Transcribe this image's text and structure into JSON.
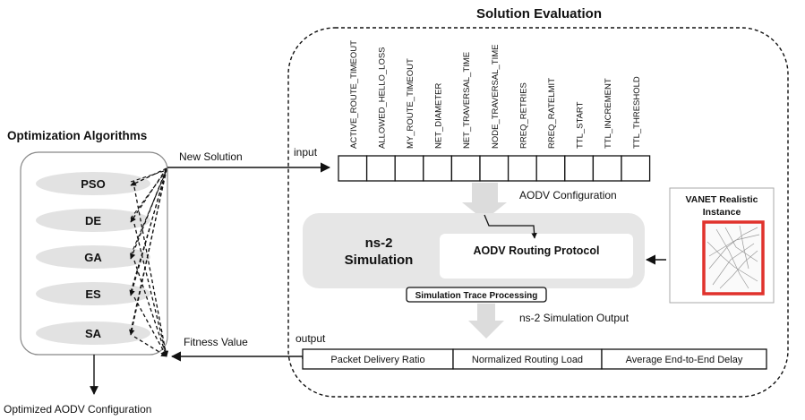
{
  "titles": {
    "optimization_algorithms": "Optimization Algorithms",
    "solution_evaluation": "Solution Evaluation"
  },
  "algorithms": [
    "PSO",
    "DE",
    "GA",
    "ES",
    "SA"
  ],
  "labels": {
    "new_solution": "New Solution",
    "fitness_value": "Fitness Value",
    "optimized_aodv": "Optimized AODV Configuration",
    "input": "input",
    "output": "output",
    "aodv_configuration": "AODV Configuration",
    "ns2_simulation_line1": "ns-2",
    "ns2_simulation_line2": "Simulation",
    "aodv_routing_protocol": "AODV Routing Protocol",
    "simulation_trace_processing": "Simulation Trace Processing",
    "ns2_simulation_output": "ns-2 Simulation Output",
    "vanet_line1": "VANET Realistic",
    "vanet_line2": "Instance"
  },
  "parameters": [
    "ACTIVE_ROUTE_TIMEOUT",
    "ALLOWED_HELLO_LOSS",
    "MY_ROUTE_TIMEOUT",
    "NET_DIAMETER",
    "NET_TRAVERSAL_TIME",
    "NODE_TRAVERSAL_TIME",
    "RREQ_RETRIES",
    "RREQ_RATELMIT",
    "TTL_START",
    "TTL_INCREMENT",
    "TTL_THRESHOLD"
  ],
  "outputs": [
    "Packet Delivery Ratio",
    "Normalized Routing Load",
    "Average End-to-End Delay"
  ],
  "colors": {
    "vanet_border": "#e0322c",
    "process_panel": "#e6e6e6",
    "shadow_arrow": "#dcdcdc",
    "algorithm_ellipse": "#e2e2e2"
  }
}
